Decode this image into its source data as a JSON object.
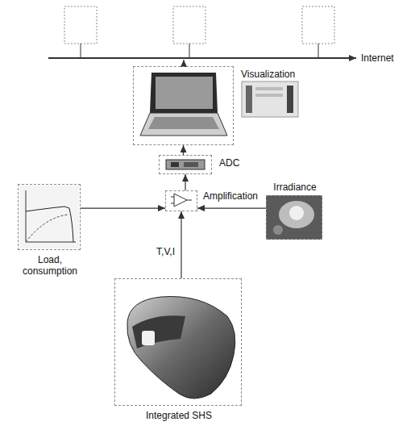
{
  "diagram": {
    "nodes": [
      {
        "text": [
          "Visualization"
        ]
      },
      {
        "text": [
          "ADC"
        ]
      },
      {
        "text": [
          "Amplification"
        ]
      },
      {
        "text": [
          "Load, consumption"
        ]
      },
      {
        "text": [
          "Irradiance"
        ]
      },
      {
        "text": [
          "Integrated SHS"
        ]
      }
    ],
    "edges": [
      {
        "from": 5,
        "to": 2,
        "arrow": "to",
        "label": "T,V,I"
      },
      {
        "from": 3,
        "to": 2,
        "arrow": "to"
      },
      {
        "from": 4,
        "to": 2,
        "arrow": "to"
      },
      {
        "from": 2,
        "to": 1,
        "arrow": "to"
      },
      {
        "from": 1,
        "to": 0,
        "arrow": "to"
      }
    ],
    "labels": [
      "Internet"
    ]
  }
}
